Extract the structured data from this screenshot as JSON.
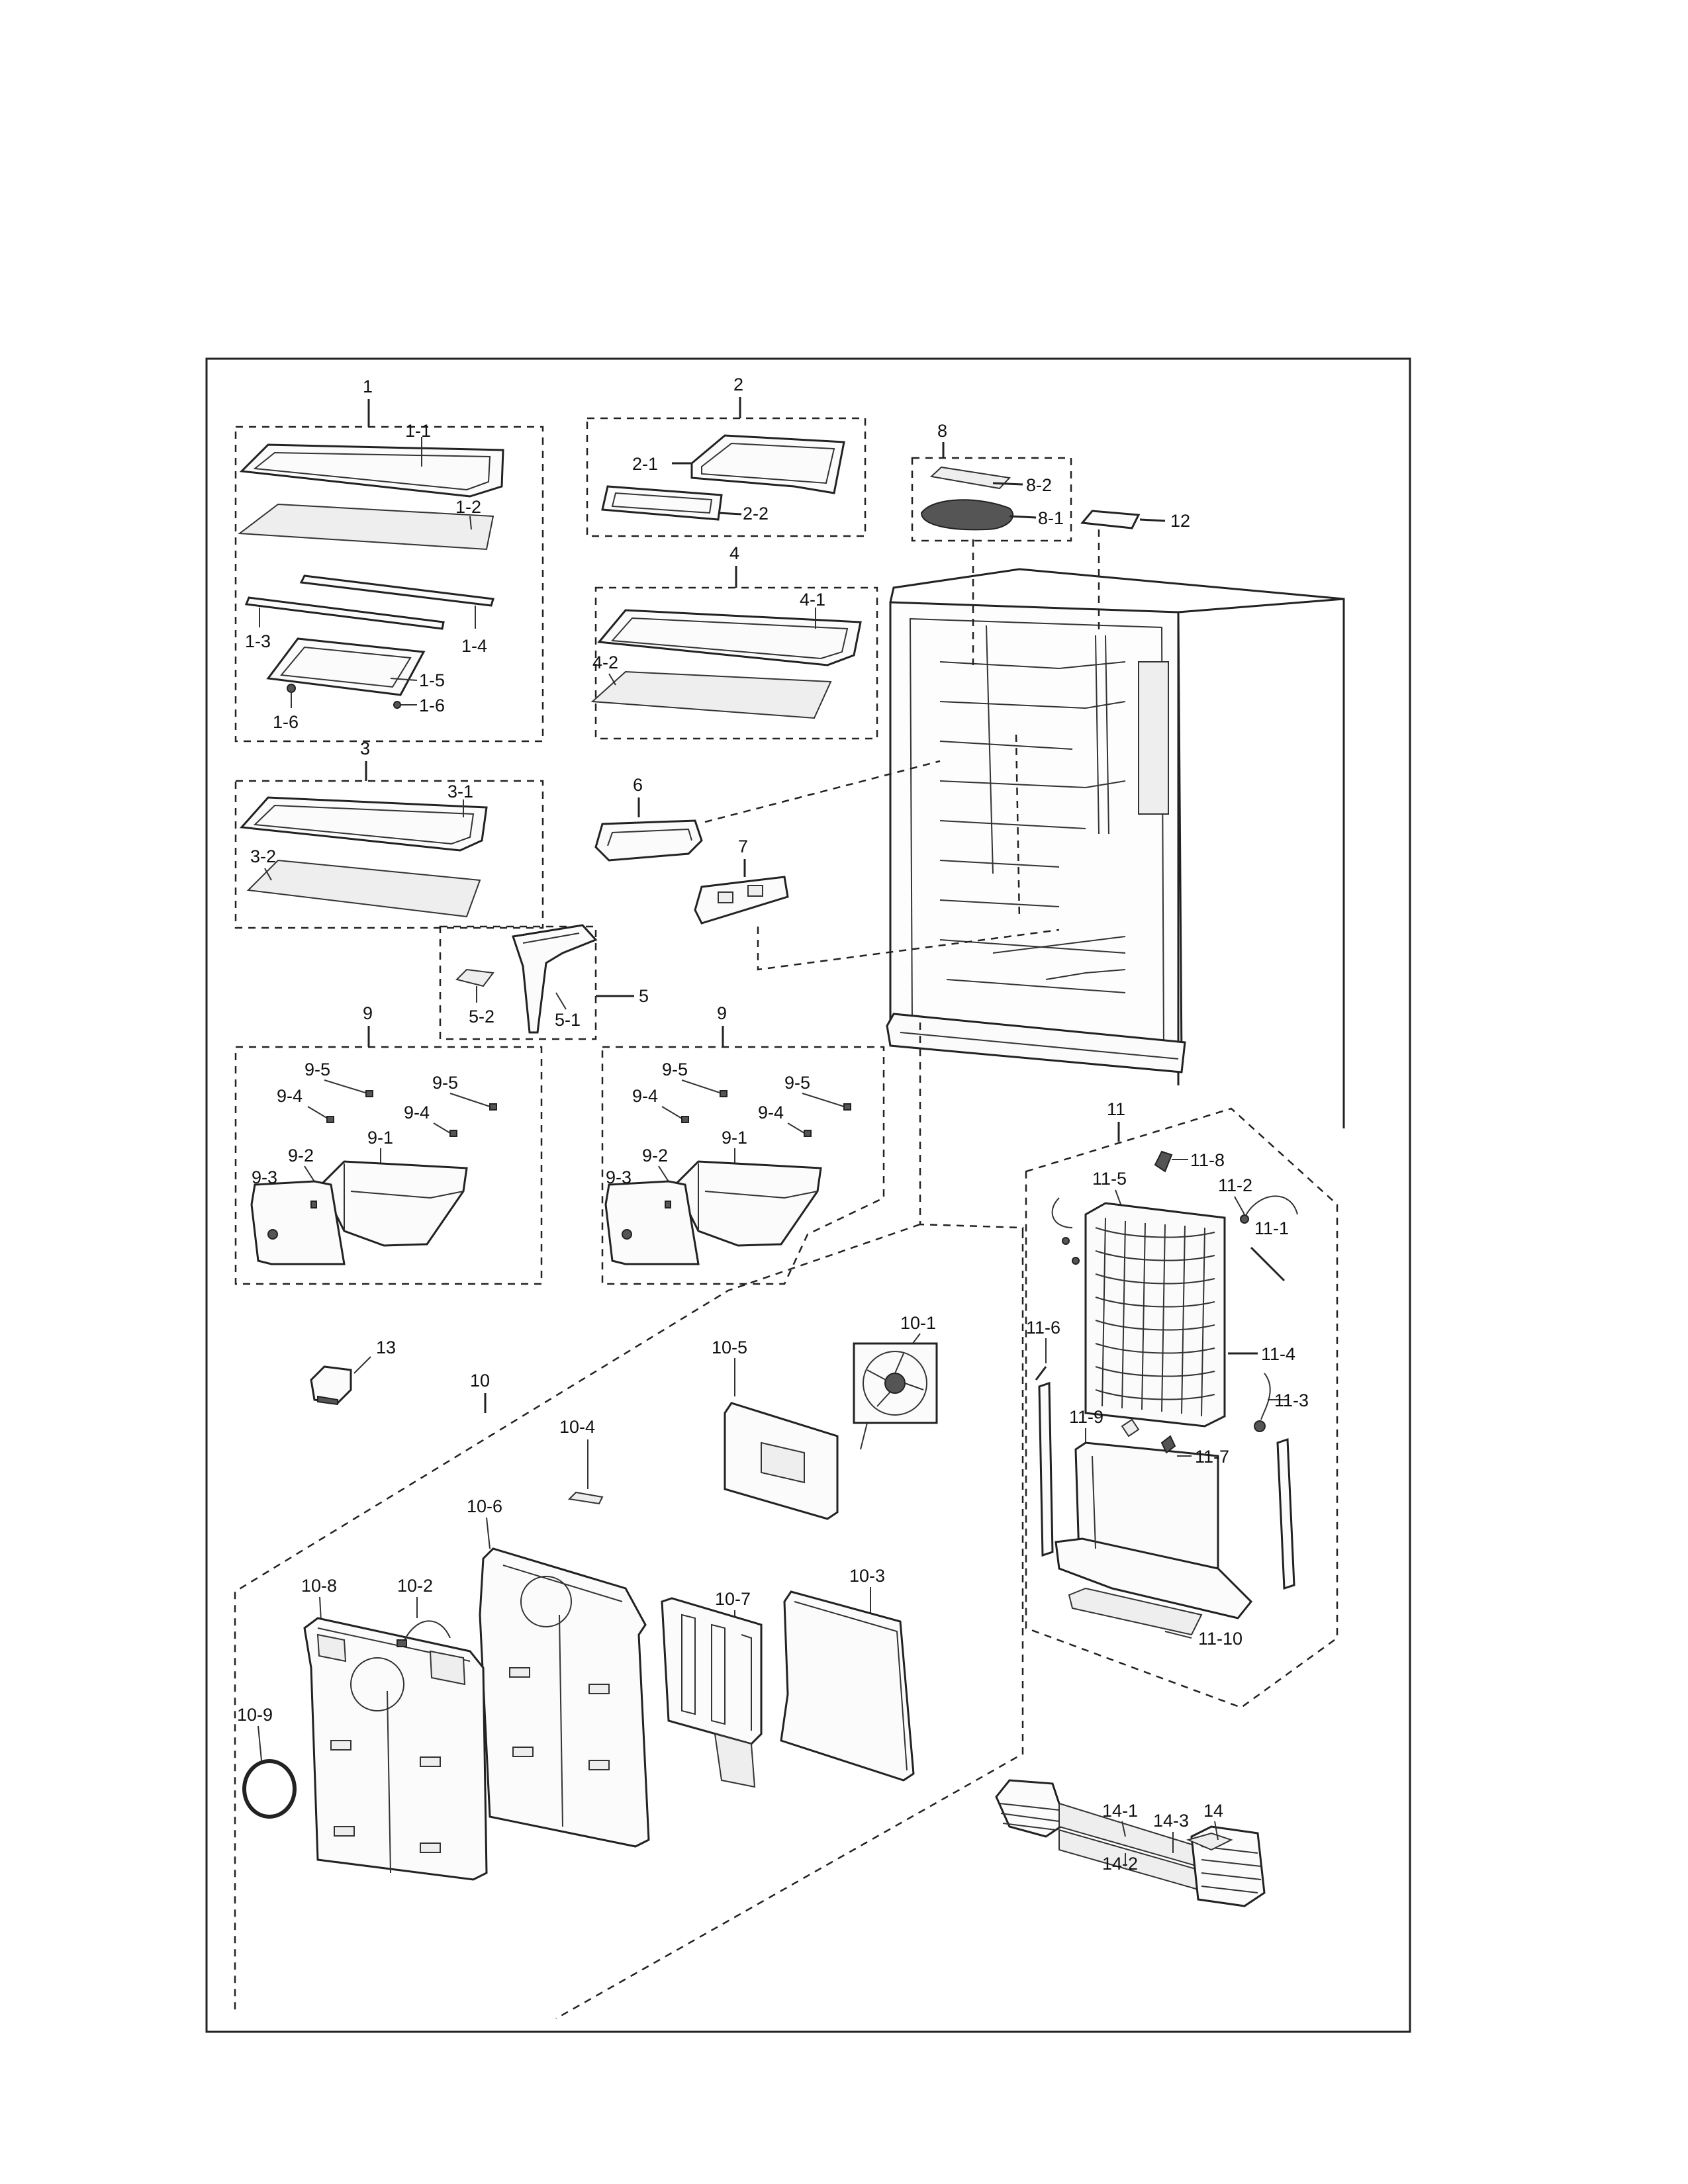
{
  "labels": {
    "l1": "1",
    "l1_1": "1-1",
    "l1_2": "1-2",
    "l1_3": "1-3",
    "l1_4": "1-4",
    "l1_5": "1-5",
    "l1_6a": "1-6",
    "l1_6b": "1-6",
    "l2": "2",
    "l2_1": "2-1",
    "l2_2": "2-2",
    "l3": "3",
    "l3_1": "3-1",
    "l3_2": "3-2",
    "l4": "4",
    "l4_1": "4-1",
    "l4_2": "4-2",
    "l5": "5",
    "l5_1": "5-1",
    "l5_2": "5-2",
    "l6": "6",
    "l7": "7",
    "l8": "8",
    "l8_1": "8-1",
    "l8_2": "8-2",
    "l9a": "9",
    "l9b": "9",
    "l9_5a": "9-5",
    "l9_5b": "9-5",
    "l9_4a": "9-4",
    "l9_4b": "9-4",
    "l9_2a": "9-2",
    "l9_1a": "9-1",
    "l9_3a": "9-3",
    "l9_5c": "9-5",
    "l9_5d": "9-5",
    "l9_4c": "9-4",
    "l9_4d": "9-4",
    "l9_2b": "9-2",
    "l9_1b": "9-1",
    "l9_3b": "9-3",
    "l10": "10",
    "l10_1": "10-1",
    "l10_2": "10-2",
    "l10_3": "10-3",
    "l10_4": "10-4",
    "l10_5": "10-5",
    "l10_6": "10-6",
    "l10_7": "10-7",
    "l10_8": "10-8",
    "l10_9": "10-9",
    "l11": "11",
    "l11_1": "11-1",
    "l11_2": "11-2",
    "l11_3": "11-3",
    "l11_4": "11-4",
    "l11_5": "11-5",
    "l11_6": "11-6",
    "l11_7": "11-7",
    "l11_8": "11-8",
    "l11_9": "11-9",
    "l11_10": "11-10",
    "l12": "12",
    "l13": "13",
    "l14": "14",
    "l14_1": "14-1",
    "l14_2": "14-2",
    "l14_3": "14-3"
  }
}
